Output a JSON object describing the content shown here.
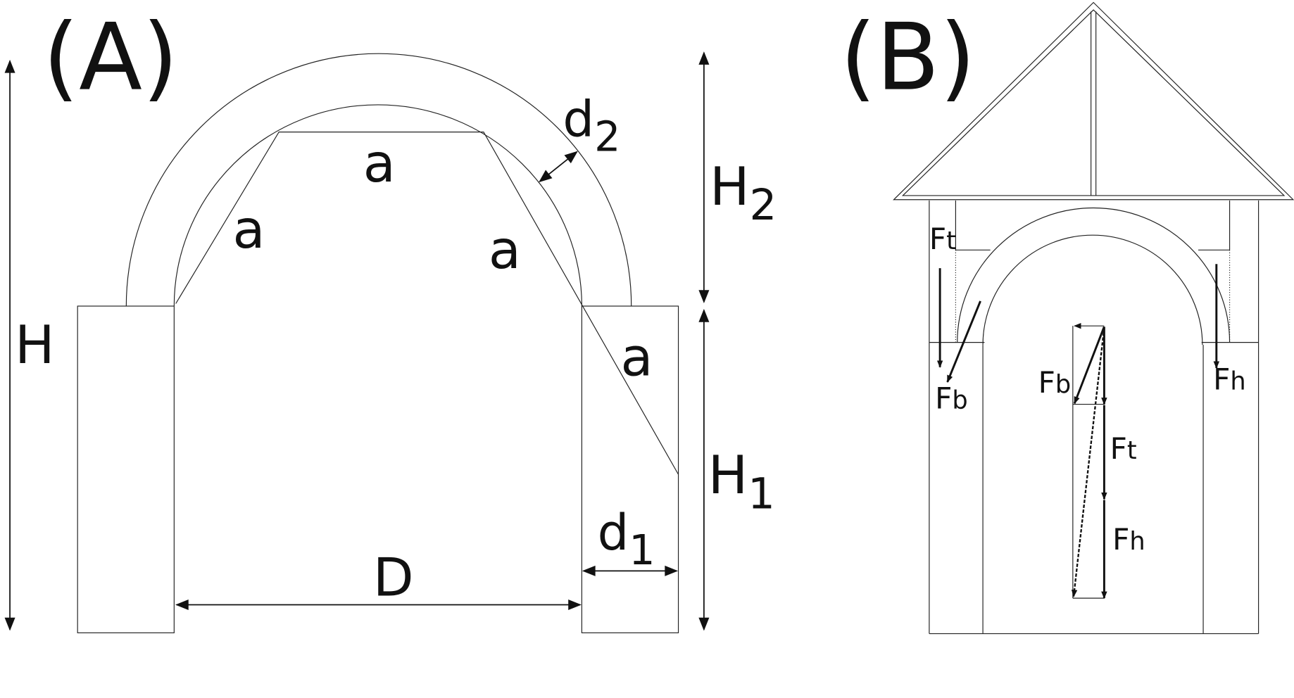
{
  "panel_a": {
    "label": "(A)",
    "segment_labels": [
      "a",
      "a",
      "a",
      "a"
    ],
    "dimensions": {
      "H": "H",
      "H1": {
        "main": "H",
        "sub": "1"
      },
      "H2": {
        "main": "H",
        "sub": "2"
      },
      "D": "D",
      "d1": {
        "main": "d",
        "sub": "1"
      },
      "d2": {
        "main": "d",
        "sub": "2"
      }
    }
  },
  "panel_b": {
    "label": "(B)",
    "forces": {
      "left_ft": {
        "main": "F",
        "sub": "t"
      },
      "left_fb": {
        "main": "F",
        "sub": "b"
      },
      "right_fh": {
        "main": "F",
        "sub": "h"
      },
      "vec_fb": {
        "main": "F",
        "sub": "b"
      },
      "vec_ft": {
        "main": "F",
        "sub": "t"
      },
      "vec_fh": {
        "main": "F",
        "sub": "h"
      }
    }
  },
  "colors": {
    "stroke": "#111111",
    "background": "#ffffff"
  }
}
